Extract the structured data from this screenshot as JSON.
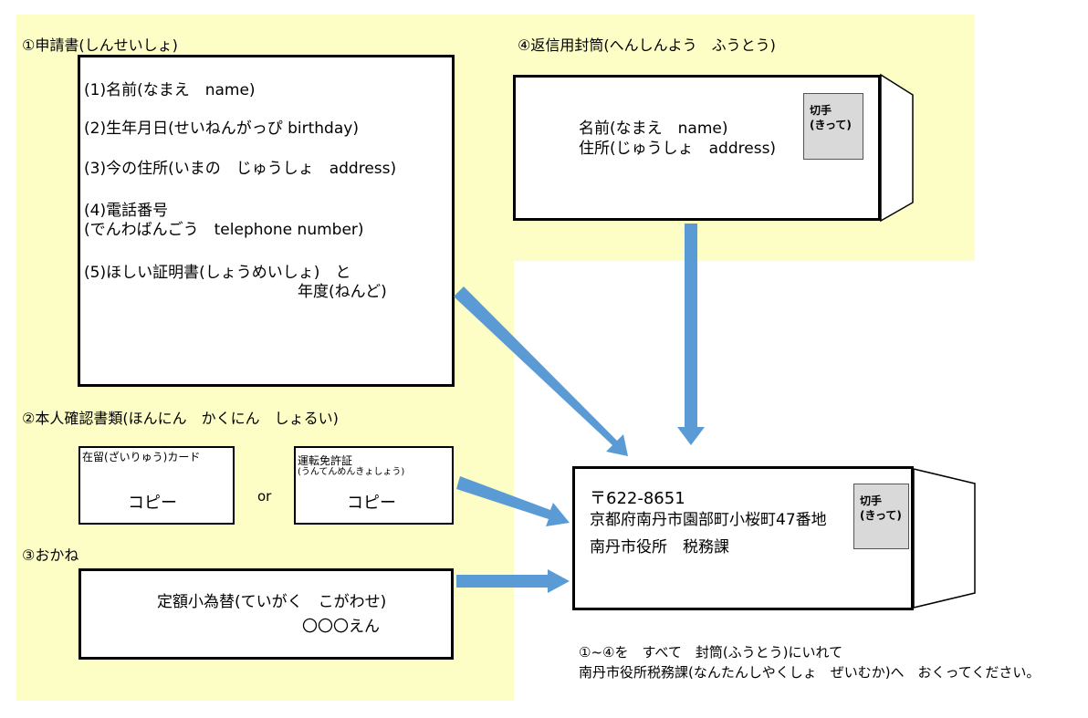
{
  "section1": {
    "title": "①申請書(しんせいしょ)",
    "items": [
      "(1)名前(なまえ　name)",
      "(2)生年月日(せいねんがっぴ birthday)",
      "(3)今の住所(いまの　じゅうしょ　address)",
      "(4)電話番号",
      "(でんわばんごう　telephone number)",
      "(5)ほしい証明書(しょうめいしょ)　と",
      "年度(ねんど)"
    ]
  },
  "section2": {
    "title": "②本人確認書類(ほんにん　かくにん　しょるい)",
    "card1_label": "在留(ざいりゅう)カード",
    "card1_copy": "コピー",
    "or_label": "or",
    "card2_label": "運転免許証",
    "card2_reading": "(うんてんめんきょしょう)",
    "card2_copy": "コピー"
  },
  "section3": {
    "title": "③おかね",
    "line1": "定額小為替(ていがく　こがわせ)",
    "line2": "〇〇〇えん"
  },
  "section4": {
    "title": "④返信用封筒(へんしんよう　ふうとう)",
    "name_line": "名前(なまえ　name)",
    "address_line": "住所(じゅうしょ　address)",
    "stamp_line1": "切手",
    "stamp_line2": "(きって)"
  },
  "destination": {
    "postal": "〒622-8651",
    "address": "京都府南丹市園部町小桜町47番地",
    "office": "南丹市役所　税務課",
    "stamp_line1": "切手",
    "stamp_line2": "(きって)"
  },
  "instructions": {
    "line1": "①~④を　すべて　封筒(ふうとう)にいれて",
    "line2": "南丹市役所税務課(なんたんしやくしょ　ぜいむか)へ　おくってください。"
  },
  "colors": {
    "background": "#fdfdc6",
    "arrow": "#5b9bd5",
    "stamp": "#d9d9d9"
  }
}
